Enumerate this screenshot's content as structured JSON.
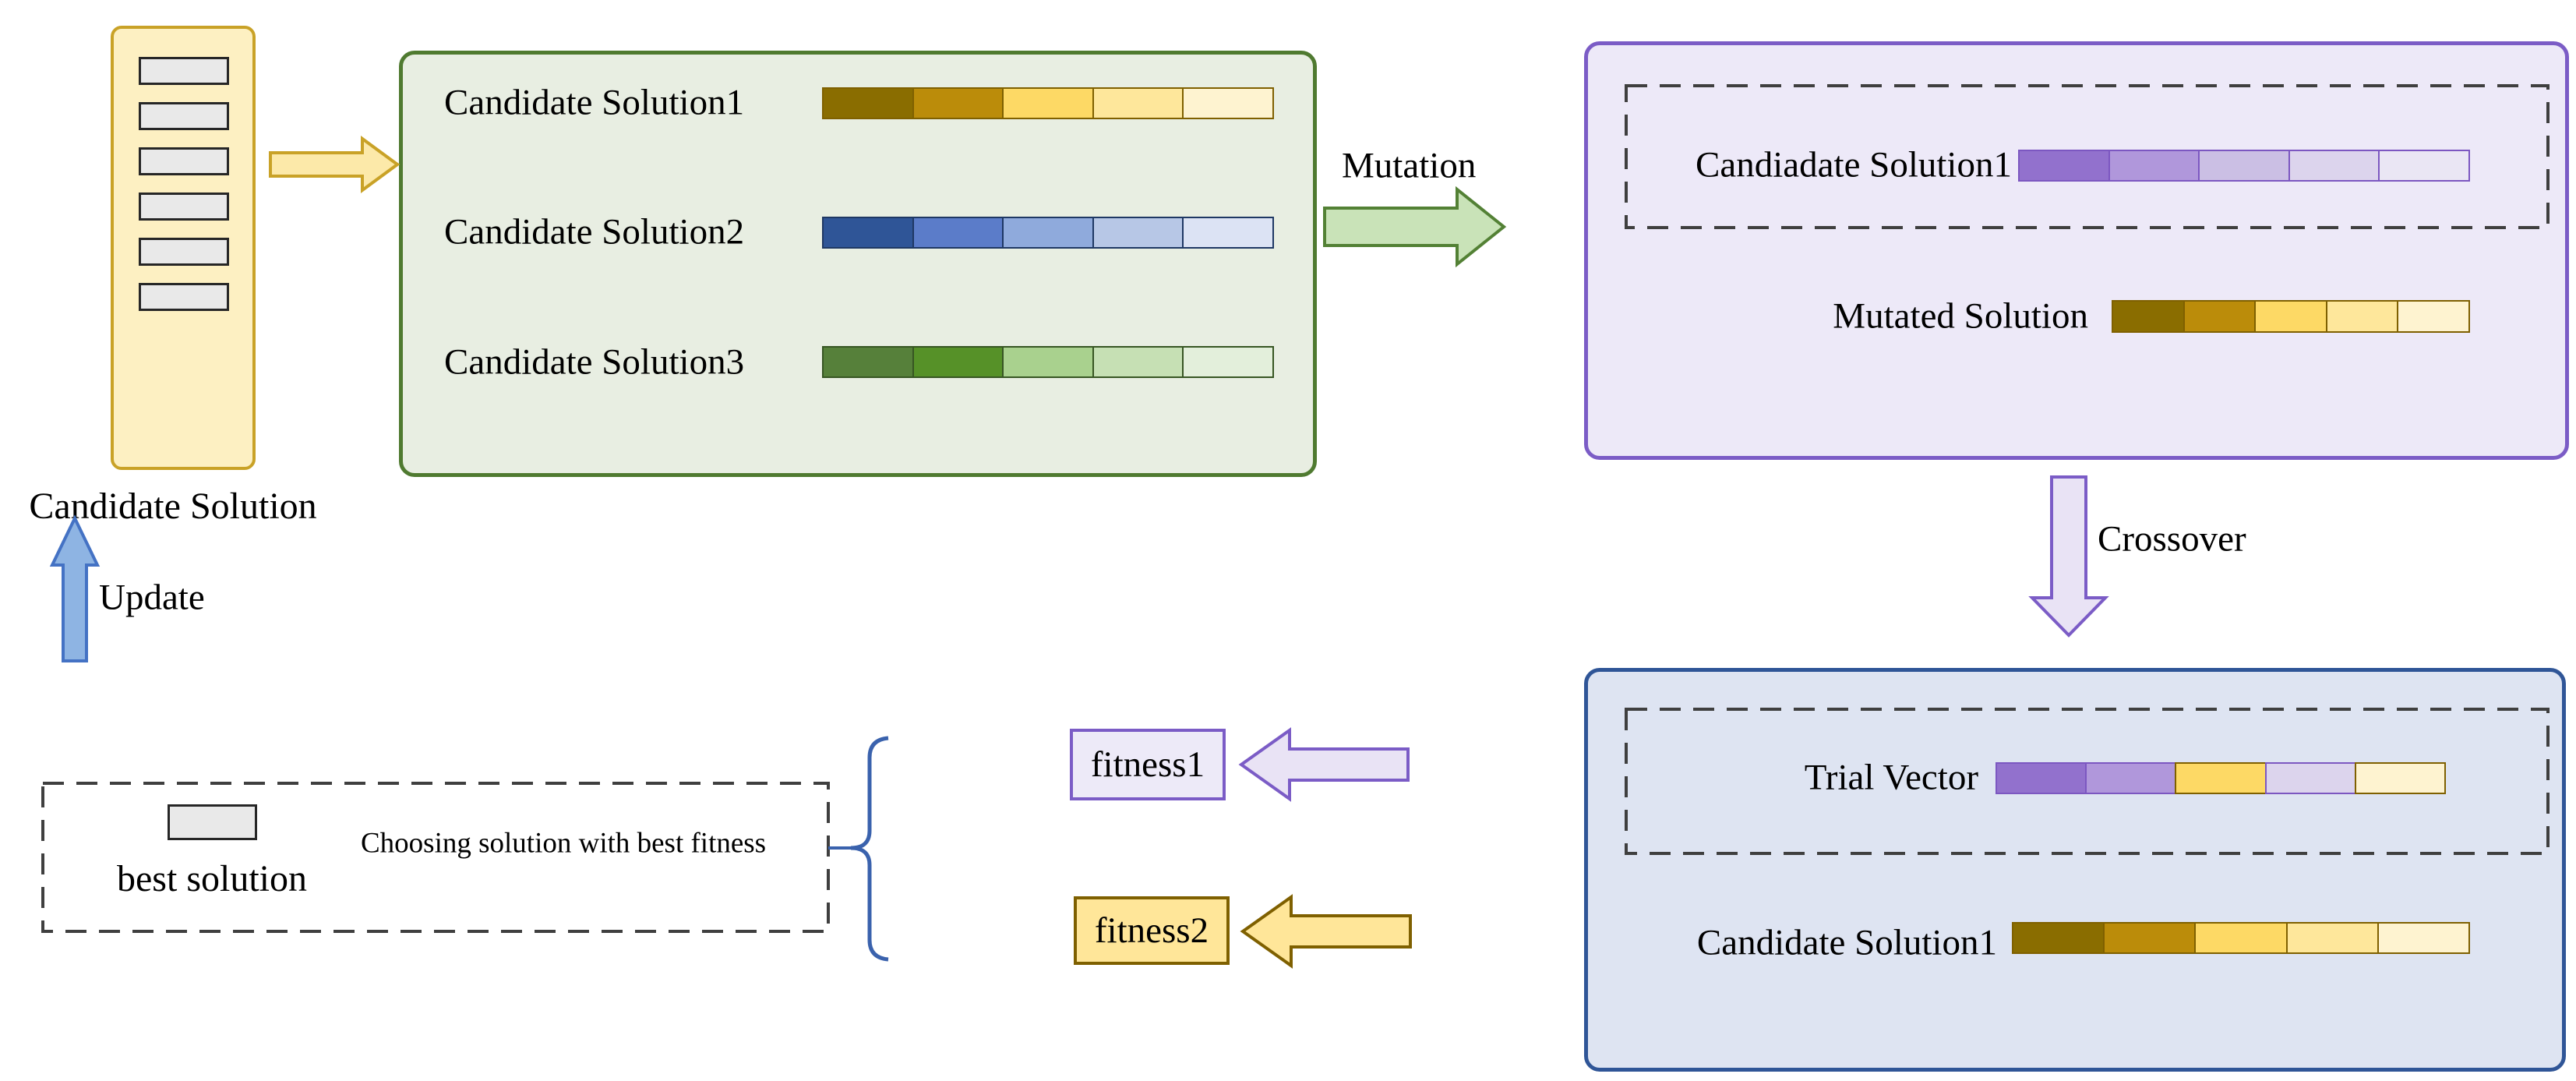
{
  "canvas": {
    "bg": "#FFFFFF"
  },
  "misc": {
    "dash_color": "#3F3F3F"
  },
  "population": {
    "label": "Candidate Solution",
    "box_fill": "#FDF0C2",
    "box_border": "#C9A227",
    "cells": [
      {
        "f": "#E9E9E9",
        "b": "#262626"
      },
      {
        "f": "#E9E9E9",
        "b": "#262626"
      },
      {
        "f": "#E9E9E9",
        "b": "#262626"
      },
      {
        "f": "#E9E9E9",
        "b": "#262626"
      },
      {
        "f": "#E9E9E9",
        "b": "#262626"
      },
      {
        "f": "#E9E9E9",
        "b": "#262626"
      }
    ]
  },
  "flow": {
    "arrow_fill": "#FCE9A9",
    "arrow_stroke": "#C9A227"
  },
  "pool": {
    "box_fill": "#E8EEE2",
    "box_border": "#4F7A30",
    "rows": [
      {
        "label": "Candidate Solution1",
        "cells": [
          {
            "f": "#8A6D00",
            "b": "#7F6000"
          },
          {
            "f": "#BB8C0A",
            "b": "#7F6000"
          },
          {
            "f": "#FDD965",
            "b": "#7F6000"
          },
          {
            "f": "#FEE79B",
            "b": "#7F6000"
          },
          {
            "f": "#FEF3D0",
            "b": "#7F6000"
          }
        ]
      },
      {
        "label": "Candidate Solution2",
        "cells": [
          {
            "f": "#2F5597",
            "b": "#1F3864"
          },
          {
            "f": "#5B7CC9",
            "b": "#1F3864"
          },
          {
            "f": "#8FAADC",
            "b": "#1F3864"
          },
          {
            "f": "#B7C7E6",
            "b": "#1F3864"
          },
          {
            "f": "#DCE3F4",
            "b": "#1F3864"
          }
        ]
      },
      {
        "label": "Candidate Solution3",
        "cells": [
          {
            "f": "#56803A",
            "b": "#375623"
          },
          {
            "f": "#569128",
            "b": "#375623"
          },
          {
            "f": "#A9D18E",
            "b": "#375623"
          },
          {
            "f": "#C6E0B4",
            "b": "#375623"
          },
          {
            "f": "#E3EFDB",
            "b": "#375623"
          }
        ]
      }
    ]
  },
  "mutation": {
    "arrow_label": "Mutation",
    "arrow_fill": "#C9E3B8",
    "arrow_stroke": "#538135"
  },
  "mutation_box": {
    "box_fill": "#EDE9F8",
    "box_border": "#7B5CC6",
    "donor_row": {
      "label": "Candiadate Solution1",
      "cells": [
        {
          "f": "#9271CD",
          "b": "#7C57C1"
        },
        {
          "f": "#B097DB",
          "b": "#7C57C1"
        },
        {
          "f": "#CBBFE4",
          "b": "#7C57C1"
        },
        {
          "f": "#DCD4ED",
          "b": "#7C57C1"
        },
        {
          "f": "#EAE6F4",
          "b": "#7C57C1"
        }
      ]
    },
    "mutated_row": {
      "label": "Mutated Solution",
      "cells": [
        {
          "f": "#8A6D00",
          "b": "#7F6000"
        },
        {
          "f": "#BB8C0A",
          "b": "#7F6000"
        },
        {
          "f": "#FDD965",
          "b": "#7F6000"
        },
        {
          "f": "#FEE79B",
          "b": "#7F6000"
        },
        {
          "f": "#FEF3D0",
          "b": "#7F6000"
        }
      ]
    }
  },
  "crossover": {
    "arrow_label": "Crossover",
    "arrow_fill": "#E9E3F5",
    "arrow_stroke": "#7B5CC6"
  },
  "trial_box": {
    "box_fill": "#DEE4F2",
    "box_border": "#2F5597",
    "trial_row": {
      "label": "Trial Vector",
      "cells": [
        {
          "f": "#9271CD",
          "b": "#7C57C1"
        },
        {
          "f": "#B097DB",
          "b": "#7C57C1"
        },
        {
          "f": "#FDD965",
          "b": "#7F6000"
        },
        {
          "f": "#DCD4ED",
          "b": "#7C57C1"
        },
        {
          "f": "#FEF3D0",
          "b": "#7F6000"
        }
      ]
    },
    "candidate_row": {
      "label": "Candidate Solution1",
      "cells": [
        {
          "f": "#8A6D00",
          "b": "#7F6000"
        },
        {
          "f": "#BB8C0A",
          "b": "#7F6000"
        },
        {
          "f": "#FDD965",
          "b": "#7F6000"
        },
        {
          "f": "#FEE79B",
          "b": "#7F6000"
        },
        {
          "f": "#FEF3D0",
          "b": "#7F6000"
        }
      ]
    }
  },
  "fitness1": {
    "label": "fitness1",
    "box_fill": "#EDEAF8",
    "box_border": "#7B5CC6",
    "arrow_fill": "#E9E3F5",
    "arrow_stroke": "#7B5CC6"
  },
  "fitness2": {
    "label": "fitness2",
    "box_fill": "#FFE699",
    "box_border": "#7F6000",
    "arrow_fill": "#FFE699",
    "arrow_stroke": "#7F6000"
  },
  "selection": {
    "best_label": "best solution",
    "caption": "Choosing solution with best fitness",
    "chip_fill": "#E9E9E9",
    "chip_border": "#262626",
    "brace_color": "#3A62AD"
  },
  "update": {
    "arrow_label": "Update",
    "arrow_fill": "#8EB4E3",
    "arrow_stroke": "#4472C4"
  }
}
